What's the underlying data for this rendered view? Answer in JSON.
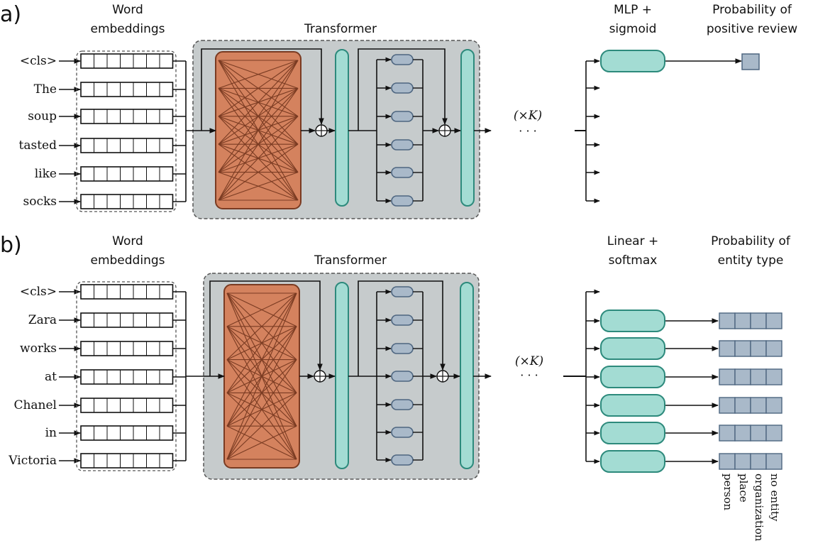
{
  "panel_a": {
    "label": "a)",
    "headings": {
      "embeddings": [
        "Word",
        "embeddings"
      ],
      "transformer": "Transformer",
      "head": [
        "MLP +",
        "sigmoid"
      ],
      "output": [
        "Probability of",
        "positive review"
      ]
    },
    "tokens": [
      "<cls>",
      "The",
      "soup",
      "tasted",
      "like",
      "socks"
    ],
    "repeat_label": "(×K)",
    "ellipsis": "· · ·"
  },
  "panel_b": {
    "label": "b)",
    "headings": {
      "embeddings": [
        "Word",
        "embeddings"
      ],
      "transformer": "Transformer",
      "head": [
        "Linear +",
        "softmax"
      ],
      "output": [
        "Probability of",
        "entity type"
      ]
    },
    "tokens": [
      "<cls>",
      "Zara",
      "works",
      "at",
      "Chanel",
      "in",
      "Victoria"
    ],
    "repeat_label": "(×K)",
    "ellipsis": "· · ·",
    "classes": [
      "person",
      "place",
      "organization",
      "no entity"
    ]
  },
  "colors": {
    "orange": "#d4825e",
    "orange_stroke": "#7a3b22",
    "teal": "#a3dcd3",
    "teal_stroke": "#2d8a7c",
    "grey_box": "#c6cbcc",
    "blue_grey": "#a9b9c9",
    "blue_stroke": "#4e6680"
  }
}
